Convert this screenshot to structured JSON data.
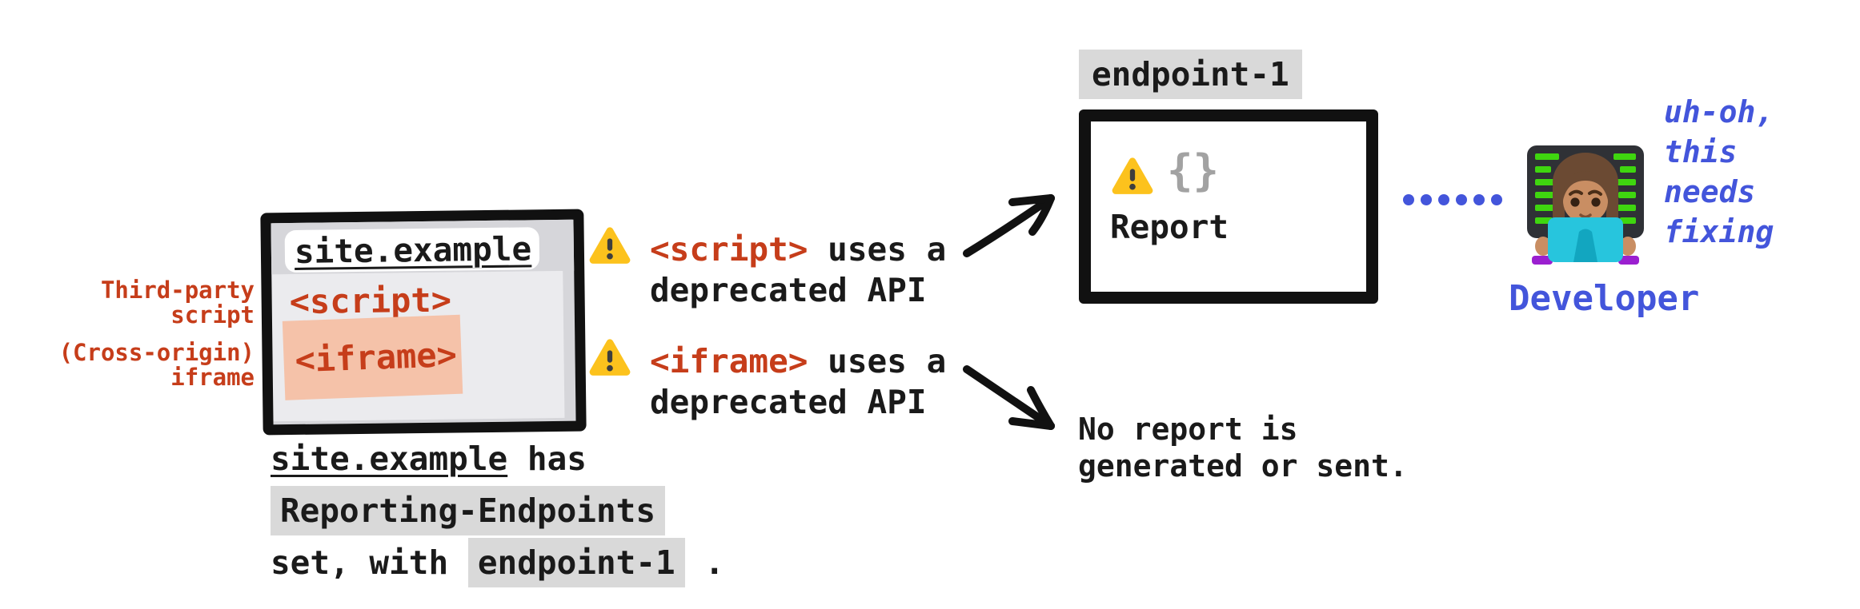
{
  "colors": {
    "red": "#c63d1a",
    "blue": "#4355db",
    "highlight_gray": "#d9d9d9",
    "iframe_highlight": "#f5c2a9",
    "warning_yellow": "#fcc21d",
    "window_gray": "#ebebee"
  },
  "icons": {
    "warning": "warning-triangle",
    "developer": "woman-technologist-emoji",
    "report": "json-braces",
    "connector": "blue-dotted-line"
  },
  "browser_window": {
    "address": "site.example",
    "script_tag": "<script>",
    "iframe_tag": "<iframe>",
    "side_labels": [
      {
        "lines": [
          "Third-party",
          "script"
        ]
      },
      {
        "lines": [
          "(Cross-origin)",
          "iframe"
        ]
      }
    ]
  },
  "caption": {
    "site": "site.example",
    "after_site": " has",
    "header_name": "Reporting-Endpoints",
    "line3_pre": "set, with ",
    "line3_highlight": "endpoint-1",
    "line3_post": " ."
  },
  "events": [
    {
      "tag": "<script>",
      "after_tag": " uses a",
      "line2": "deprecated API"
    },
    {
      "tag": "<iframe>",
      "after_tag": " uses a",
      "line2": "deprecated API"
    }
  ],
  "endpoint": {
    "label": "endpoint-1",
    "braces": "{}",
    "report_label": "Report"
  },
  "outcome": {
    "line1": "No report is",
    "line2": "generated or sent."
  },
  "developer": {
    "thought": [
      "uh-oh,",
      "this",
      "needs",
      "fixing"
    ],
    "label": "Developer"
  }
}
